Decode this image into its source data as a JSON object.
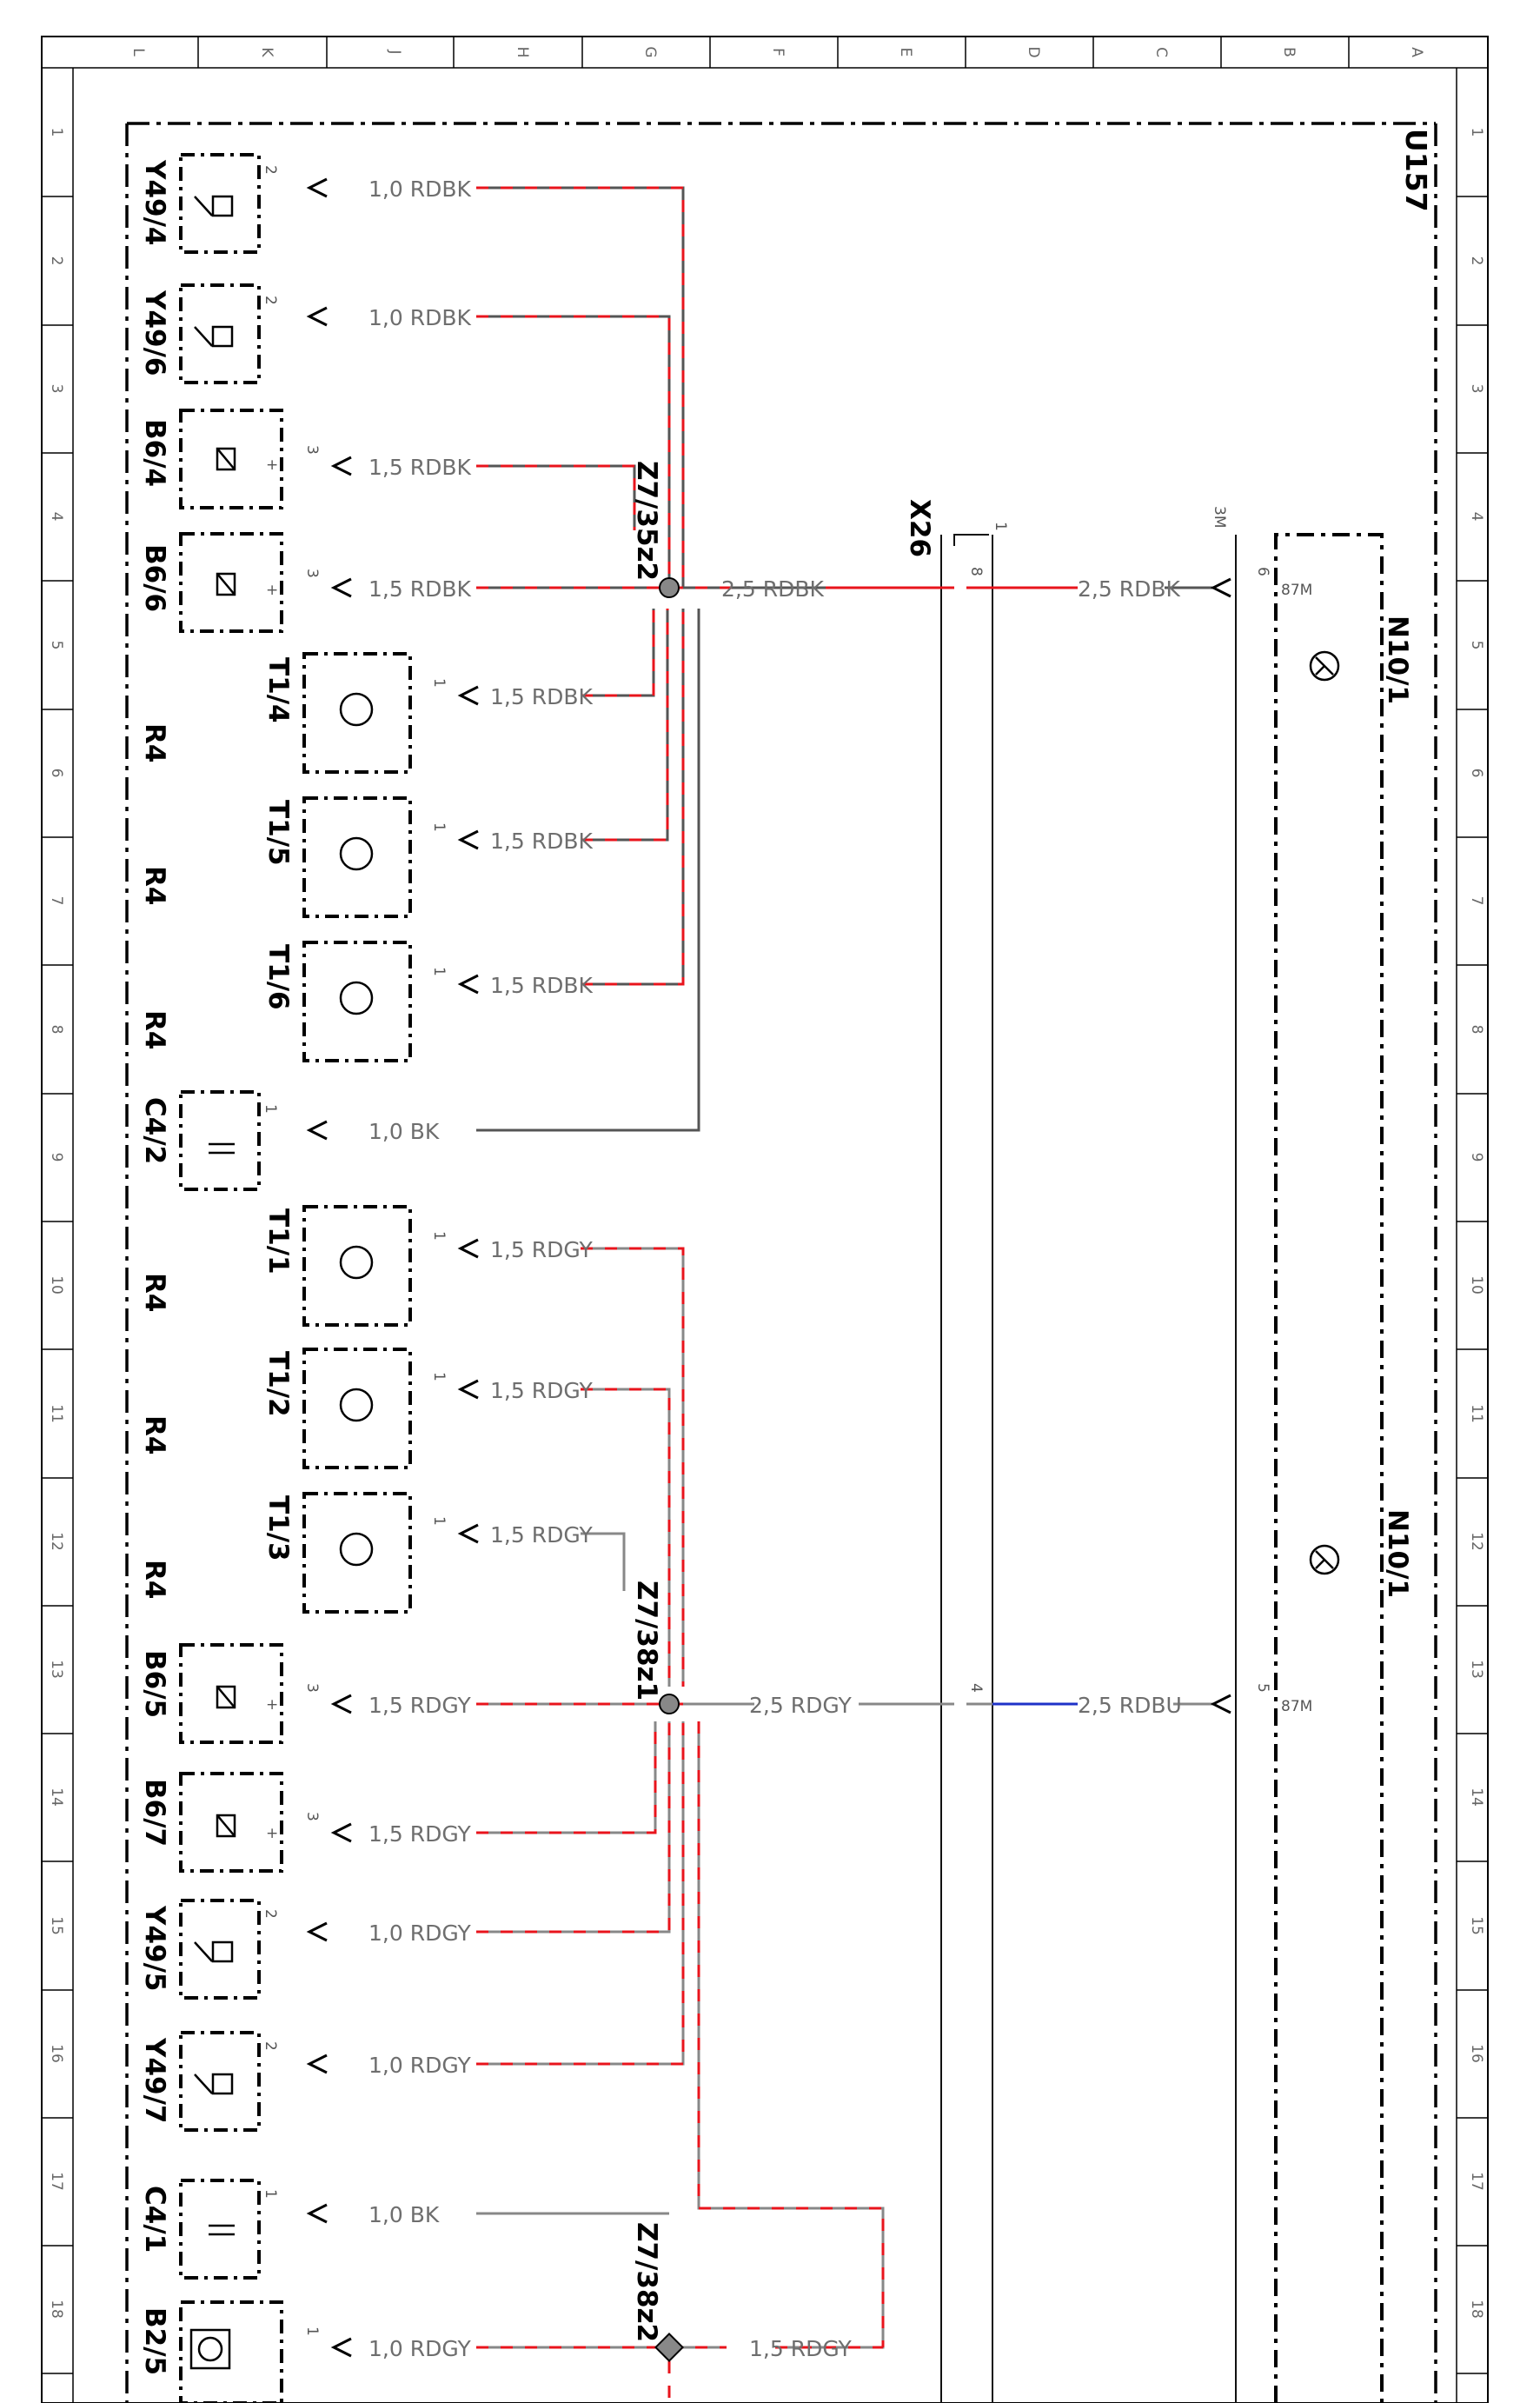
{
  "diagram": {
    "title": "U157",
    "columns": [
      "L",
      "K",
      "J",
      "H",
      "G",
      "F",
      "E",
      "D",
      "C",
      "B",
      "A"
    ],
    "rows": [
      "1",
      "2",
      "3",
      "4",
      "5",
      "6",
      "7",
      "8",
      "9",
      "10",
      "11",
      "12",
      "13",
      "14",
      "15",
      "16",
      "17",
      "18"
    ],
    "components": {
      "y49_4": "Y49/4",
      "y49_6": "Y49/6",
      "b6_4": "B6/4",
      "b6_6": "B6/6",
      "t1_4": "T1/4",
      "t1_5": "T1/5",
      "t1_6": "T1/6",
      "c4_2": "C4/2",
      "t1_1": "T1/1",
      "t1_2": "T1/2",
      "t1_3": "T1/3",
      "b6_5": "B6/5",
      "b6_7": "B6/7",
      "y49_5": "Y49/5",
      "y49_7": "Y49/7",
      "c4_1": "C4/1",
      "b2_5": "B2/5",
      "r4": "R4",
      "n10_1": "N10/1",
      "x26": "X26",
      "z7_35z2": "Z7/35z2",
      "z7_38z1": "Z7/38z1",
      "z7_38z2": "Z7/38z2"
    },
    "wires": {
      "y49_4": "1,0 RDBK",
      "y49_6": "1,0 RDBK",
      "b6_4": "1,5 RDBK",
      "b6_6": "1,5 RDBK",
      "t1_4": "1,5 RDBK",
      "t1_5": "1,5 RDBK",
      "t1_6": "1,5 RDBK",
      "c4_2": "1,0 BK",
      "t1_1": "1,5 RDGY",
      "t1_2": "1,5 RDGY",
      "t1_3": "1,5 RDGY",
      "b6_5": "1,5 RDGY",
      "b6_7": "1,5 RDGY",
      "y49_5": "1,0 RDGY",
      "y49_7": "1,0 RDGY",
      "c4_1": "1,0 BK",
      "b2_5": "1,0 RDGY",
      "main_upper": "2,5 RDBK",
      "x26_n10_upper": "2,5 RDBK",
      "main_lower": "2,5 RDGY",
      "x26_n10_lower": "2,5 RDBU",
      "b2_5_return": "1,5 RDGY"
    },
    "pins": {
      "p1": "1",
      "p2": "2",
      "p3": "3",
      "p4": "4",
      "p5": "5",
      "p6": "6",
      "p8": "8",
      "plus": "+",
      "t87m": "87M",
      "shield_3m": "3M"
    },
    "colors": {
      "red": "#e8141c",
      "gray": "#8c8c8c",
      "blue": "#1e32c8",
      "black": "#111111"
    }
  }
}
